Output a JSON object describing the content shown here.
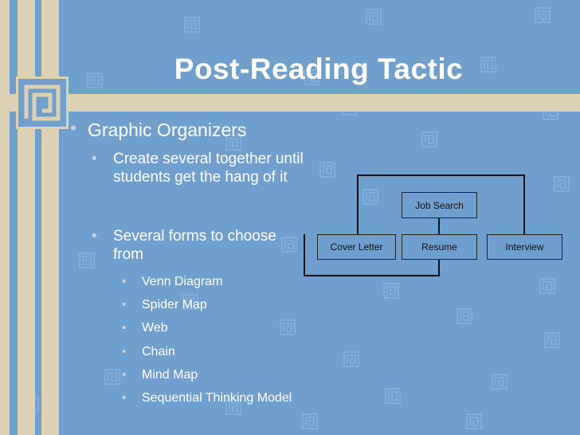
{
  "slide": {
    "title": "Post-Reading Tactic",
    "bullets": [
      {
        "text": "Graphic Organizers",
        "children": [
          {
            "text": "Create several together until students get the hang of it"
          },
          {
            "text": "Several forms to choose from",
            "children": [
              {
                "text": "Venn Diagram"
              },
              {
                "text": "Spider Map"
              },
              {
                "text": "Web"
              },
              {
                "text": "Chain"
              },
              {
                "text": "Mind Map"
              },
              {
                "text": "Sequential Thinking Model"
              }
            ]
          }
        ]
      }
    ]
  },
  "organizer": {
    "nodes": {
      "job_search": "Job Search",
      "cover_letter": "Cover Letter",
      "resume": "Resume",
      "interview": "Interview"
    }
  },
  "colors": {
    "background": "#6f9fcd",
    "accent": "#dcd1b3",
    "text": "#ffffff"
  }
}
